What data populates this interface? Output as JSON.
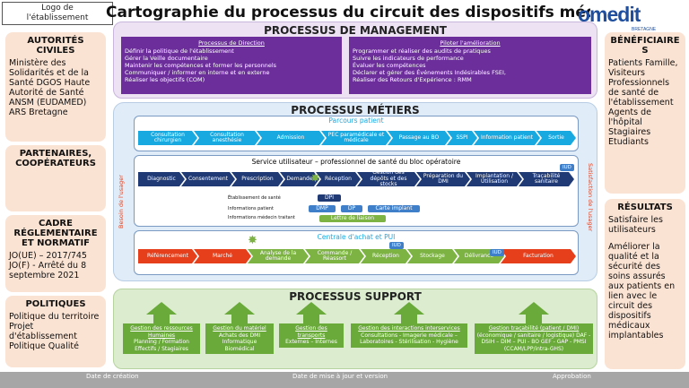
{
  "logo": "Logo de\nl'établissement",
  "title": "Cartographie du processus du circuit des dispositifs médicaux implantables",
  "brand": "omedit",
  "brand_sub": "BRETAGNE",
  "left": {
    "autorites": {
      "title": "AUTORITÉS CIVILES",
      "body": "Ministère des Solidarités et de la Santé DGOS Haute Autorité de Santé ANSM (EUDAMED) ARS Bretagne"
    },
    "partenaires": {
      "title": "PARTENAIRES, COOPÉRATEURS"
    },
    "cadre": {
      "title": "CADRE RÉGLEMENTAIRE ET NORMATIF",
      "body": "JO(UE) – 2017/745 JO(F) - Arrêté du 8 septembre 2021"
    },
    "politiques": {
      "title": "POLITIQUES",
      "body": "Politique du territoire Projet d'établissement Politique Qualité"
    }
  },
  "right": {
    "beneficiaires": {
      "title": "BÉNÉFICIAIRES",
      "body": "Patients Famille, Visiteurs Professionnels de santé de l'établissement Agents de l'hôpital Stagiaires Etudiants"
    },
    "resultats": {
      "title": "RÉSULTATS",
      "body1": "Satisfaire les utilisateurs",
      "body2": "Améliorer la qualité et la sécurité des soins assurés aux patients en lien avec le circuit des dispositifs médicaux implantables"
    }
  },
  "management": {
    "title": "PROCESSUS DE MANAGEMENT",
    "left_head": "Processus de Direction",
    "left_items": [
      "Définir la politique de l'établissement",
      "Gérer la Veille documentaire",
      "Maintenir les compétences et former les personnels",
      "Communiquer / informer en interne et en externe",
      "Réaliser les objectifs (COM)"
    ],
    "right_head": "Piloter l'amélioration",
    "right_items": [
      "Programmer et réaliser des audits de pratiques",
      "Suivre les indicateurs de performance",
      "Évaluer les compétences",
      "Déclarer et gérer des Événements Indésirables FSEI,",
      "Réaliser des Retours d'Expérience : RMM"
    ]
  },
  "metiers": {
    "title": "PROCESSUS MÉTIERS",
    "besoin": "Besoin de l'usager",
    "satisfaction": "Satisfaction de l'usager",
    "parcours": {
      "title": "Parcours patient",
      "steps": [
        "Consultation chirurgien",
        "Consultation anesthésie",
        "Admission",
        "PEC paramédicale et médicale",
        "Passage au BO",
        "SSPI",
        "Information patient",
        "Sortie"
      ]
    },
    "service": {
      "title": "Service utilisateur – professionnel de santé du bloc opératoire",
      "steps": [
        "Diagnostic",
        "Consentement",
        "Prescription",
        "Demande",
        "Réception",
        "Gestion des dépôts et des stocks",
        "Préparation du DMI",
        "Implantation / Utilisation",
        "Traçabilité sanitaire"
      ],
      "iud": "IUD",
      "info": {
        "etab": "Établissement de santé",
        "patient": "Informations patient",
        "medecin": "Informations médecin traitant",
        "dpi": "DPI",
        "dmp": "DMP",
        "dp": "DP",
        "carte": "Carte implant",
        "lettre": "Lettre de liaison"
      }
    },
    "centrale": {
      "title": "Centrale d'achat et PUI",
      "steps": [
        "Référencement",
        "Marché",
        "Analyse de la demande",
        "Commande / Réassort",
        "Réception",
        "Stockage",
        "Délivrance",
        "Facturation"
      ],
      "iud1": "IUD",
      "iud2": "IUD"
    }
  },
  "support": {
    "title": "PROCESSUS SUPPORT",
    "cols": [
      {
        "head": "Gestion des ressources Humaines",
        "body": "Planning / Formation Effectifs / Stagiaires"
      },
      {
        "head": "Gestion du matériel",
        "body": "Achats des DMI Informatique Biomédical"
      },
      {
        "head": "Gestion des transports",
        "body": "Externes – Internes"
      },
      {
        "head": "Gestion des interactions interservices",
        "body": "Consultations - Imagerie médicale – Laboratoires - Stérilisation - Hygiène"
      },
      {
        "head": "Gestion traçabilité (patient / DMI)",
        "body": "(économique / sanitaire / logistique) DAF - DSIH – DIM – PUI - BO GEF - GAP - PMSI (CCAM/LPP/intra-GHS)"
      }
    ]
  },
  "footer": {
    "creation": "Date de création",
    "maj": "Date de mise à jour et version",
    "approbation": "Approbation"
  }
}
